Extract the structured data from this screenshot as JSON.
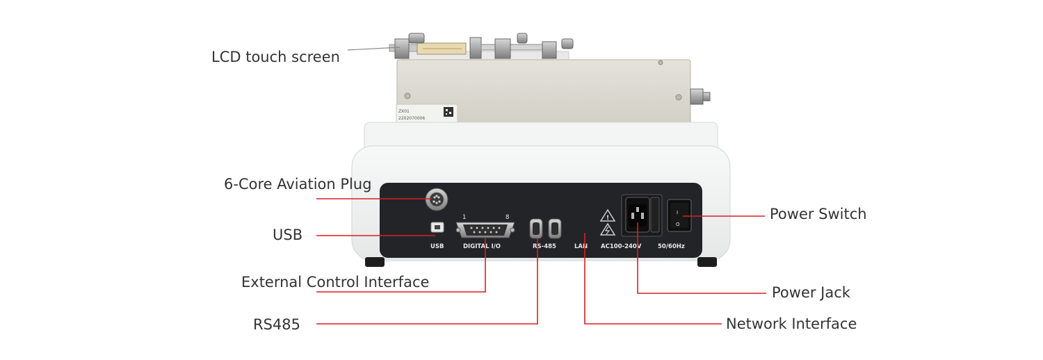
{
  "callouts": {
    "lcd": "LCD touch screen",
    "aviation": "6-Core Aviation Plug",
    "usb": "USB",
    "external": "External Control Interface",
    "rs485": "RS485",
    "power_switch": "Power Switch",
    "power_jack": "Power Jack",
    "network": "Network Interface"
  },
  "device": {
    "sticker_line1": "ZX01",
    "sticker_line2": "2202070006",
    "pin_left": "1",
    "pin_right": "8",
    "port_usb": "USB",
    "port_digital": "DIGITAL I/O",
    "port_rs485": "RS-485",
    "port_lan": "LAN",
    "power_ac": "AC100-240V",
    "power_freq": "50/60Hz",
    "switch_on": "I",
    "switch_off": "O"
  },
  "colors": {
    "leader_red": "#d71f26",
    "leader_gray": "#888888",
    "label_text": "#333333",
    "panel_dark": "#232427",
    "body_white": "#f2f3f3",
    "pump_beige": "#d9d6cc"
  }
}
